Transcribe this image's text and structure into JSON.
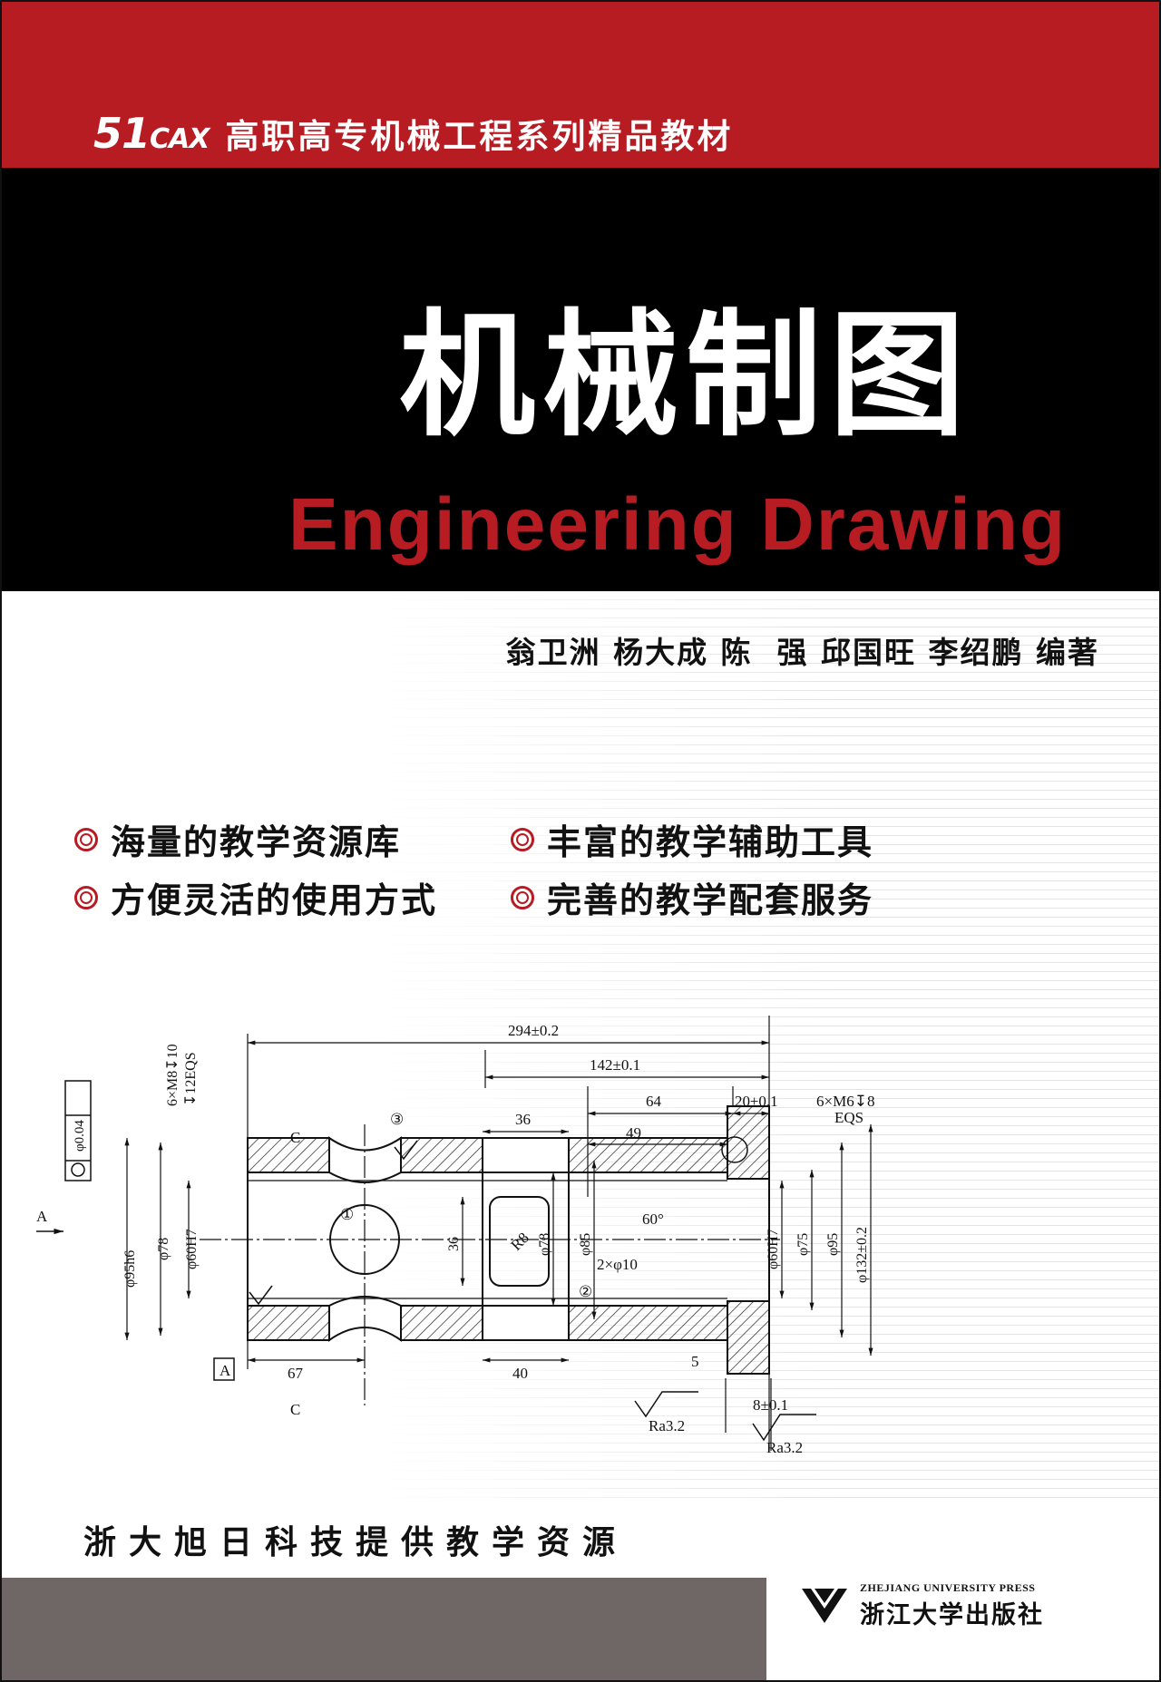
{
  "cover": {
    "logo_number": "51",
    "logo_letters": "CAX",
    "series": "高职高专机械工程系列精品教材",
    "title_cn": "机械制图",
    "title_en": "Engineering Drawing",
    "authors": "翁卫洲 杨大成 陈  强 邱国旺 李绍鹏 编著",
    "features": [
      "海量的教学资源库",
      "丰富的教学辅助工具",
      "方便灵活的使用方式",
      "完善的教学配套服务"
    ],
    "resource_note": "浙大旭日科技提供教学资源",
    "press_en": "ZHEJIANG UNIVERSITY PRESS",
    "press_cn": "浙江大学出版社",
    "colors": {
      "brand_red": "#b71c23",
      "band_black": "#000000",
      "band_gray": "#6e6766"
    }
  },
  "drawing": {
    "dims": {
      "overall": "294±0.2",
      "d142": "142±0.1",
      "d64": "64",
      "d20": "20±0.1",
      "d49": "49",
      "d36top": "36",
      "d40": "40",
      "d67": "67",
      "d5": "5",
      "d8": "8±0.1",
      "thread_left": "6×M8↧10",
      "thread_left2": "↧12EQS",
      "thread_right": "6×M6↧8",
      "thread_right2": "EQS",
      "dia95h6": "φ95h6",
      "dia78l": "φ78",
      "dia60H7l": "φ60H7",
      "d36mid": "36",
      "dia78m": "φ78",
      "dia85": "φ85",
      "dia60H7r": "φ60H7",
      "dia75": "φ75",
      "dia95": "φ95",
      "dia132": "φ132±0.2",
      "holes": "2×φ10",
      "angle": "60°",
      "radius": "R8",
      "tol": "φ0.04",
      "datum": "A",
      "section": "C",
      "arrow_a": "A",
      "ra1": "Ra3.2",
      "ra2": "Ra3.2",
      "c1": "①",
      "c2": "②",
      "c3": "③"
    }
  }
}
